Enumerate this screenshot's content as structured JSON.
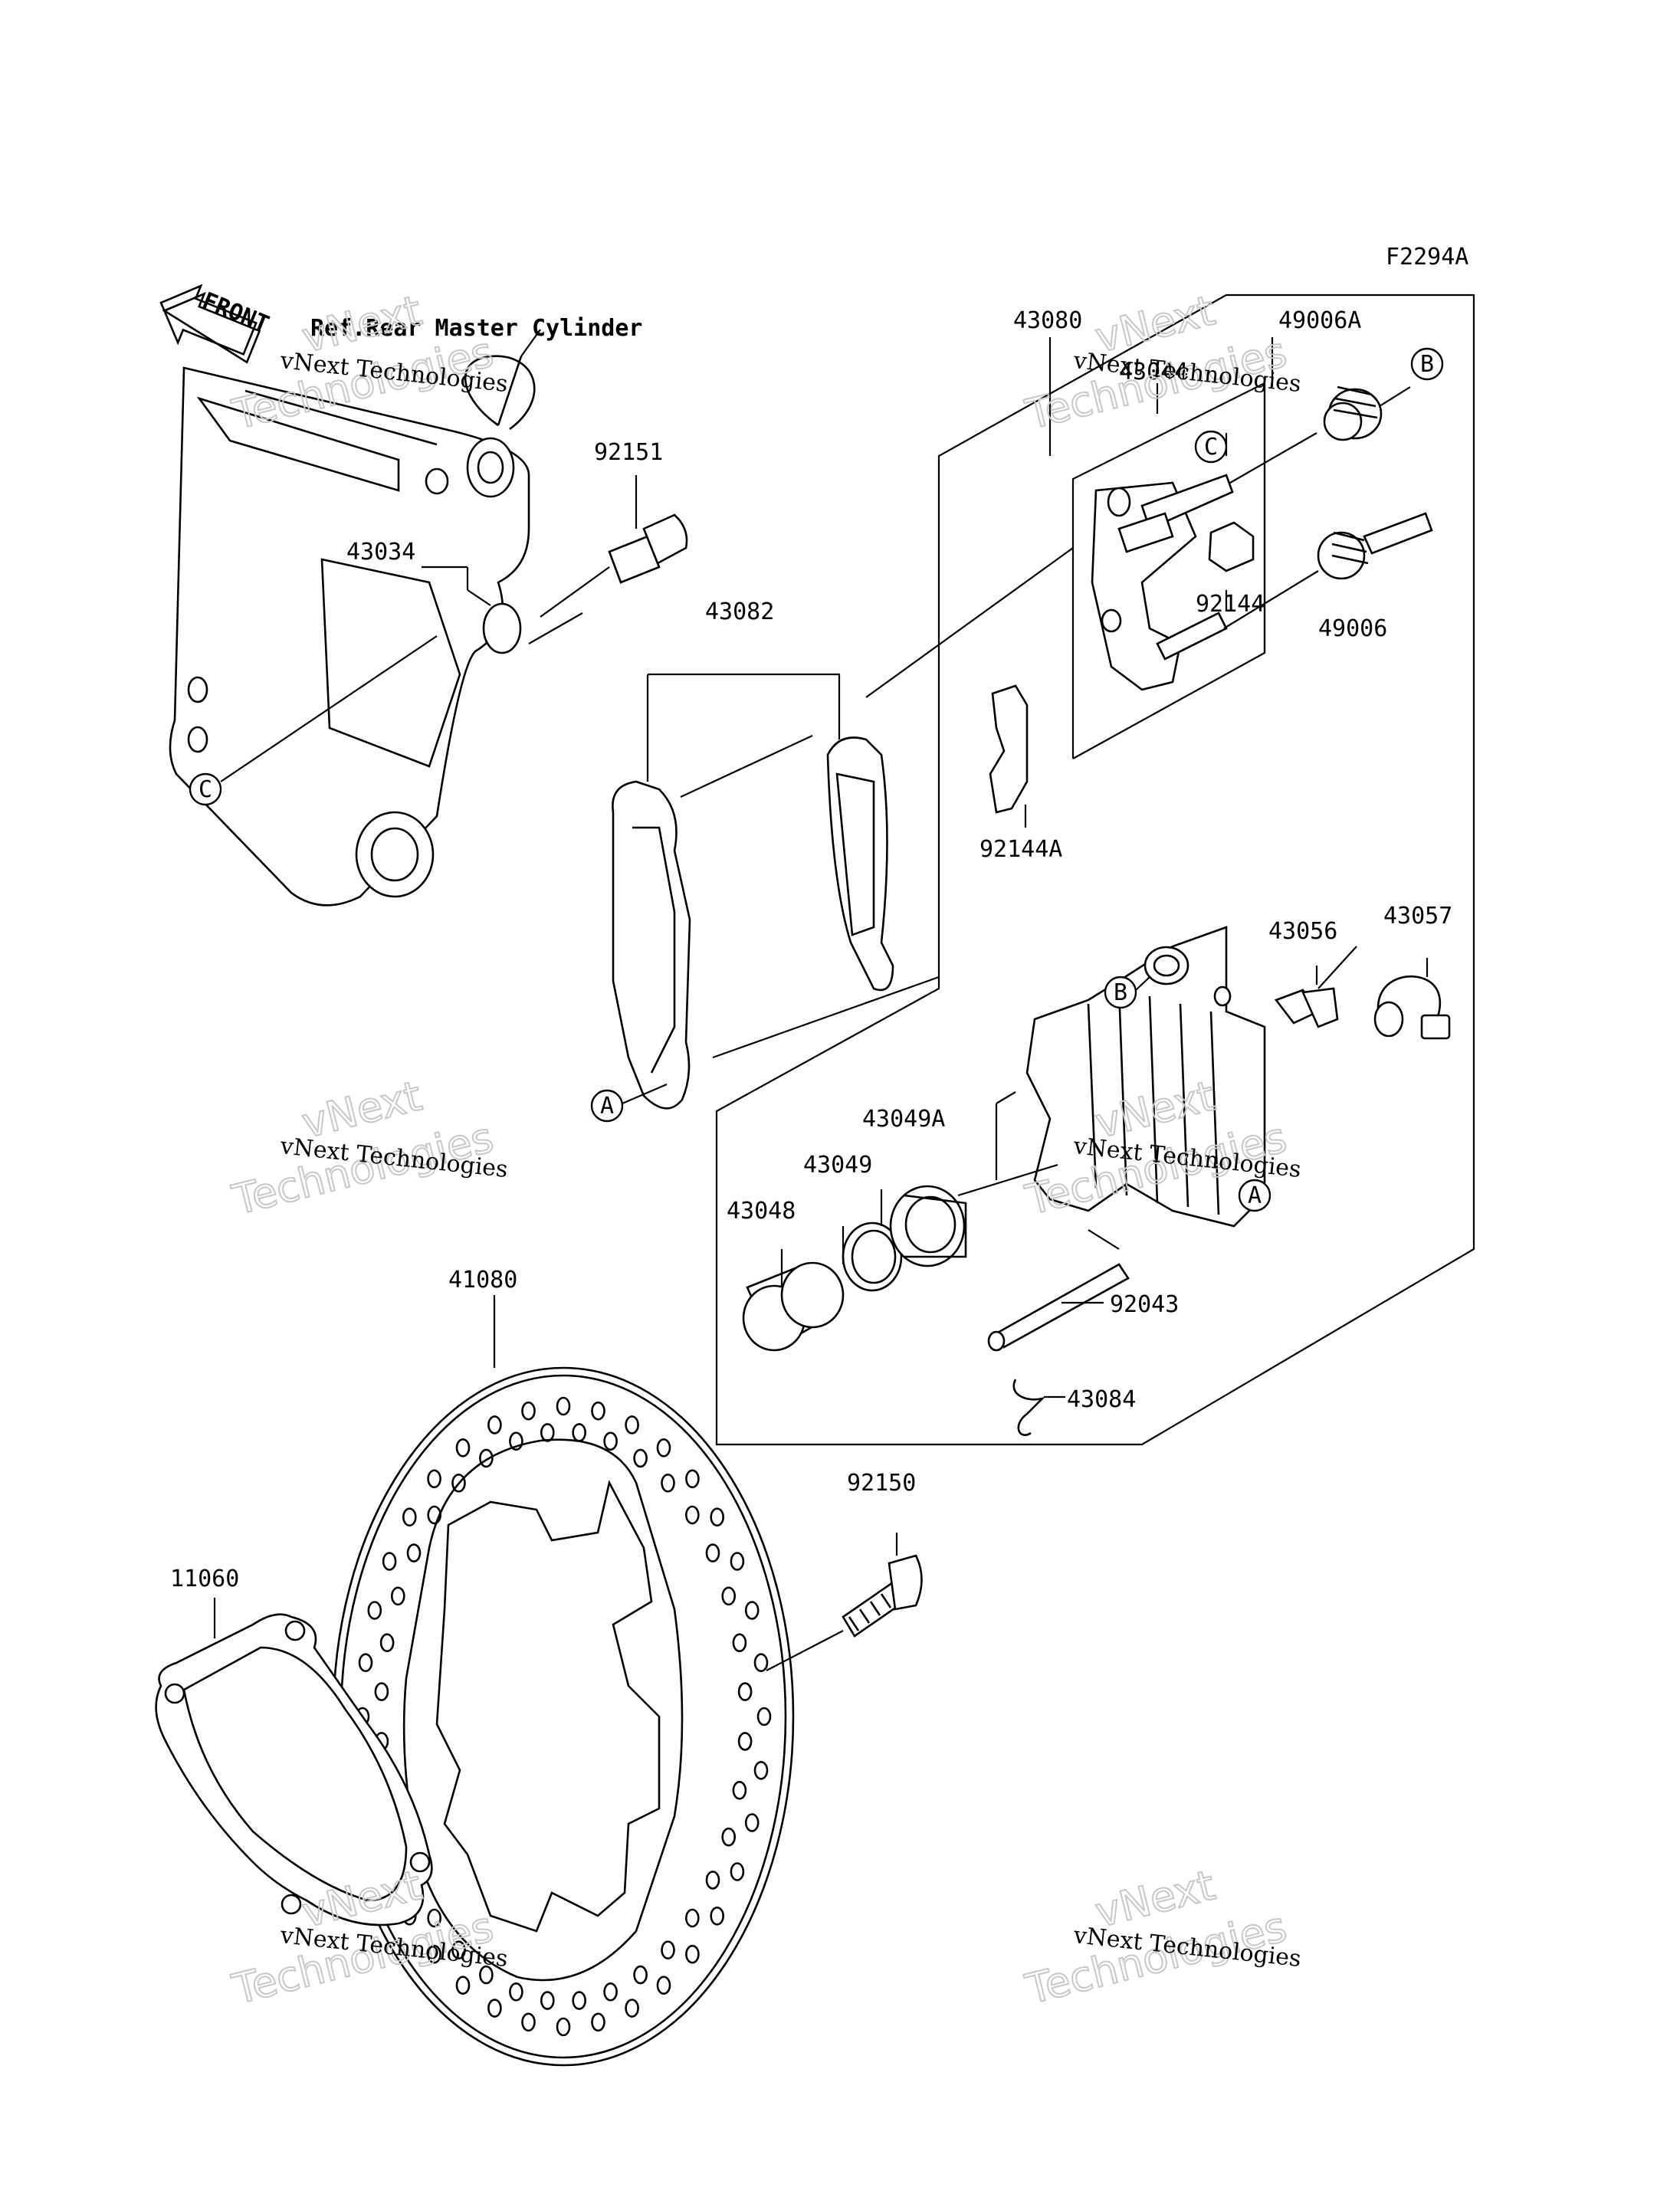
{
  "figure_code": "F2294A",
  "front_tag": "FRONT",
  "ref_note": "Ref.Rear Master Cylinder",
  "watermark": {
    "line1": "vNext Technologies",
    "line2": "vNext",
    "line3": "Technologies"
  },
  "ref_markers": {
    "a": "A",
    "b": "B",
    "c": "C"
  },
  "part_numbers": {
    "p43080": "43080",
    "p43044": "43044",
    "p49006A": "49006A",
    "p92151": "92151",
    "p43034": "43034",
    "p43082": "43082",
    "p92144": "92144",
    "p49006": "49006",
    "p92144A": "92144A",
    "p43056": "43056",
    "p43057": "43057",
    "p43049A": "43049A",
    "p43049": "43049",
    "p43048": "43048",
    "p41080": "41080",
    "p92043": "92043",
    "p43084": "43084",
    "p92150": "92150",
    "p11060": "11060"
  }
}
